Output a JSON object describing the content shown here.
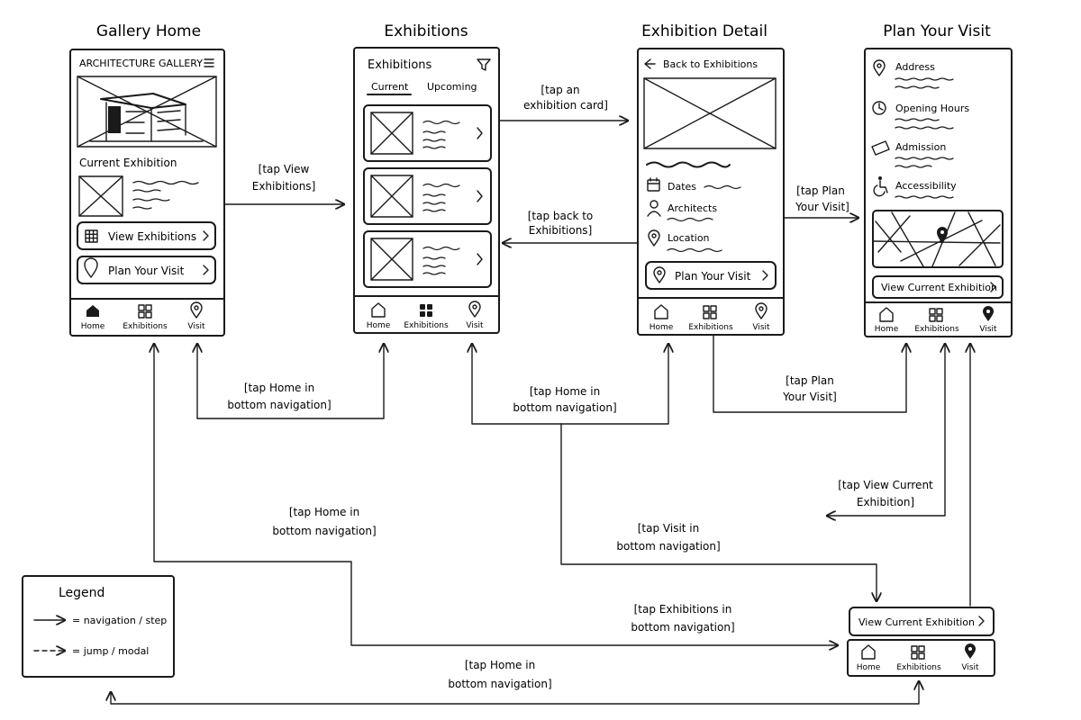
{
  "screens": {
    "home": {
      "title": "Gallery Home",
      "brand": "ARCHITECTURE GALLERY",
      "section_label": "Current Exhibition",
      "view_exhibitions_button": "View Exhibitions",
      "plan_visit_button": "Plan Your Visit",
      "nav": [
        "Home",
        "Exhibitions",
        "Visit"
      ]
    },
    "exhibitions": {
      "title": "Exhibitions",
      "header": "Exhibitions",
      "tabs": [
        "Current",
        "Upcoming"
      ],
      "nav": [
        "Home",
        "Exhibitions",
        "Visit"
      ]
    },
    "detail": {
      "title": "Exhibition Detail",
      "back_link": "Back to Exhibitions",
      "rows": [
        "Dates",
        "Architects",
        "Location"
      ],
      "plan_visit_button": "Plan Your Visit",
      "nav": [
        "Home",
        "Exhibitions",
        "Visit"
      ]
    },
    "visit": {
      "title": "Plan Your Visit",
      "info_items": [
        "Address",
        "Opening Hours",
        "Admission",
        "Accessibility"
      ],
      "view_current_button": "View Current Exhibition",
      "nav": [
        "Home",
        "Exhibitions",
        "Visit"
      ]
    }
  },
  "floating": {
    "view_current_button": "View Current Exhibition",
    "nav": [
      "Home",
      "Exhibitions",
      "Visit"
    ]
  },
  "transitions": {
    "tap_view_exhibitions": [
      "[tap View",
      "Exhibitions]"
    ],
    "tap_exhibition_card": [
      "[tap an",
      "exhibition card]"
    ],
    "tap_back": [
      "[tap back to",
      "Exhibitions]"
    ],
    "tap_plan_visit_detail": [
      "[tap Plan",
      "Your Visit]"
    ],
    "tap_home_1": [
      "[tap Home in",
      "bottom navigation]"
    ],
    "tap_home_2": [
      "[tap Home in",
      "bottom navigation]"
    ],
    "tap_plan_visit_lower": [
      "[tap Plan",
      "Your Visit]"
    ],
    "tap_view_current": [
      "[tap View Current",
      "Exhibition]"
    ],
    "tap_home_3": [
      "[tap Home in",
      "bottom navigation]"
    ],
    "tap_visit": [
      "[tap Visit in",
      "bottom navigation]"
    ],
    "tap_exhibitions": [
      "[tap Exhibitions in",
      "bottom navigation]"
    ],
    "tap_home_4": [
      "[tap  Home in",
      "bottom navigation]"
    ]
  },
  "legend": {
    "title": "Legend",
    "items": [
      "= navigation / step",
      "= jump / modal"
    ]
  }
}
